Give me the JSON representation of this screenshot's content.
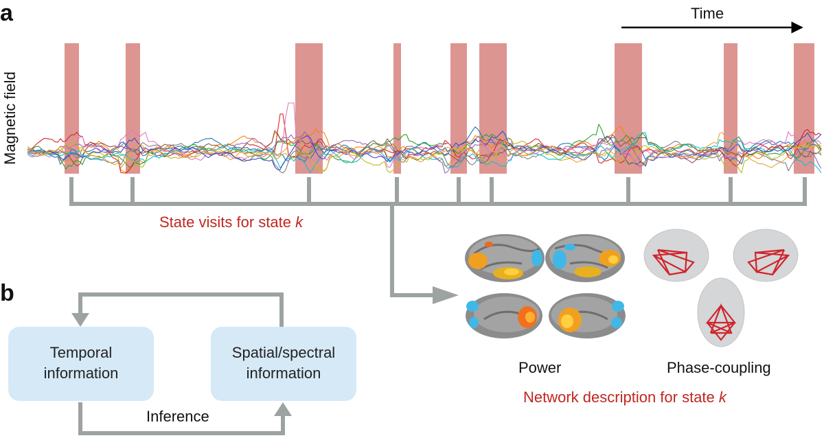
{
  "panel_a": {
    "letter": "a",
    "y_axis_label": "Magnetic field",
    "time_label": "Time",
    "state_visits_prefix": "State visits for state ",
    "state_symbol": "k"
  },
  "panel_b": {
    "letter": "b",
    "box_temporal_line1": "Temporal",
    "box_temporal_line2": "information",
    "box_spatial_line1": "Spatial/spectral",
    "box_spatial_line2": "information",
    "inference_label": "Inference"
  },
  "network": {
    "power_label": "Power",
    "phase_label": "Phase-coupling",
    "description_prefix": "Network description for state ",
    "state_symbol": "k"
  },
  "colors": {
    "state_band": "#d98a86",
    "connector_gray": "#9da3a0",
    "red_text": "#c0261f",
    "box_fill": "#d5e9f7",
    "trace_palette": [
      "#1f77b4",
      "#ff7f0e",
      "#2ca02c",
      "#d62728",
      "#9467bd",
      "#8c564b",
      "#e377c2",
      "#7f7f7f",
      "#bcbd22",
      "#17becf",
      "#3b4cc0",
      "#e8a33d"
    ]
  }
}
